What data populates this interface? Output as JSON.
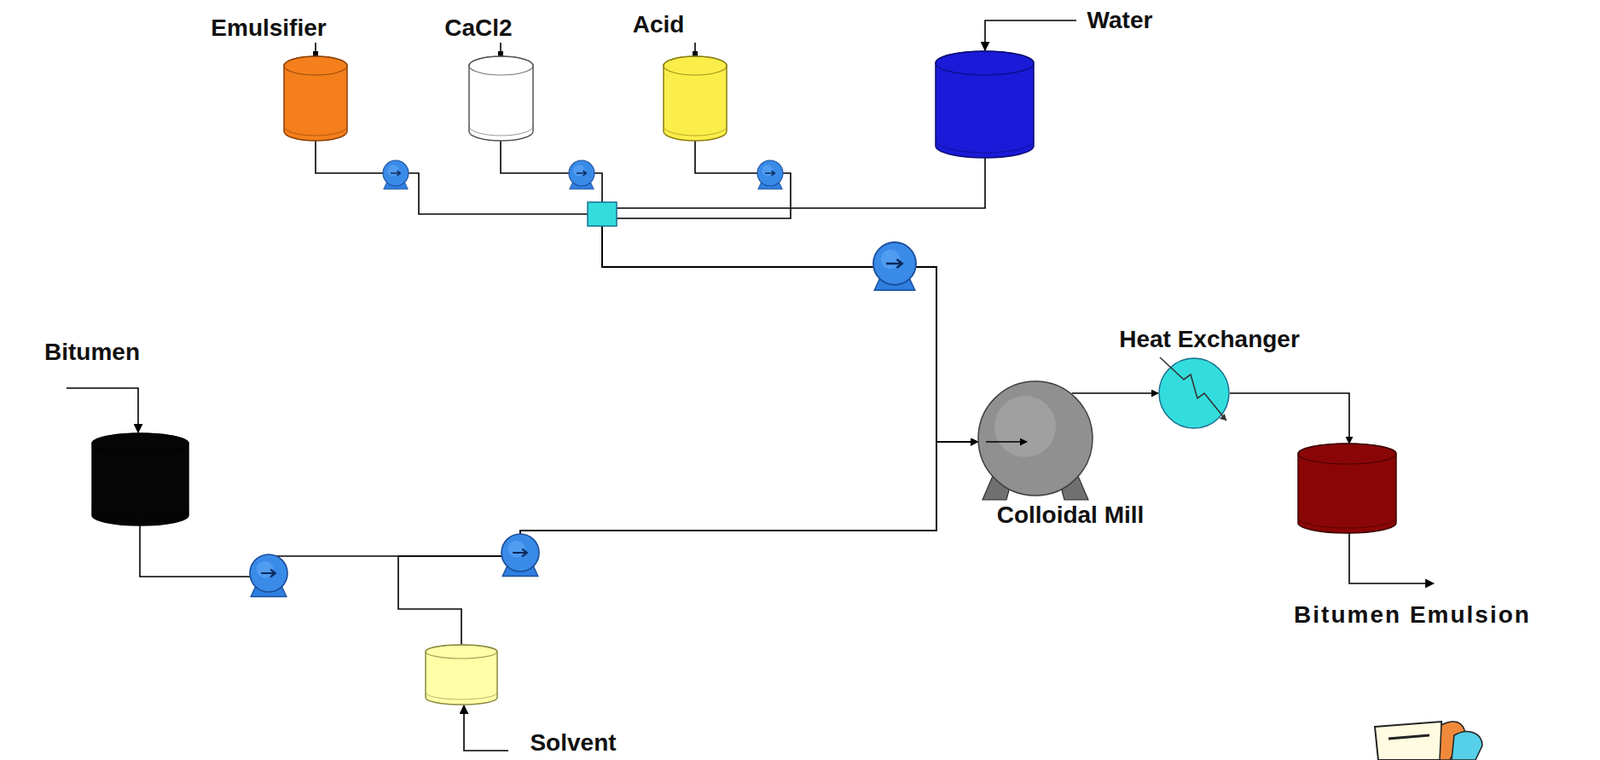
{
  "diagram": {
    "nodes": [
      {
        "text": [
          "Emulsifier"
        ]
      },
      {
        "text": [
          "CaCl2"
        ]
      },
      {
        "text": [
          "Acid"
        ]
      },
      {
        "text": [
          "Water"
        ]
      },
      {
        "text": [
          "Bitumen"
        ]
      },
      {
        "text": [
          "Solvent"
        ]
      },
      {
        "text": [
          "Colloidal Mill"
        ]
      },
      {
        "text": [
          "Heat Exchanger"
        ]
      },
      {
        "text": [
          "Bitumen Emulsion"
        ]
      }
    ],
    "edges": [
      {
        "from": 0,
        "to": 6,
        "arrow": "to"
      },
      {
        "from": 1,
        "to": 6,
        "arrow": "to"
      },
      {
        "from": 2,
        "to": 6,
        "arrow": "to"
      },
      {
        "from": 3,
        "to": 6,
        "arrow": "to"
      },
      {
        "from": 4,
        "to": 6,
        "arrow": "to"
      },
      {
        "from": 5,
        "to": 6,
        "arrow": "to"
      },
      {
        "from": 6,
        "to": 7,
        "arrow": "to"
      },
      {
        "from": 7,
        "to": 8,
        "arrow": "to"
      }
    ]
  }
}
